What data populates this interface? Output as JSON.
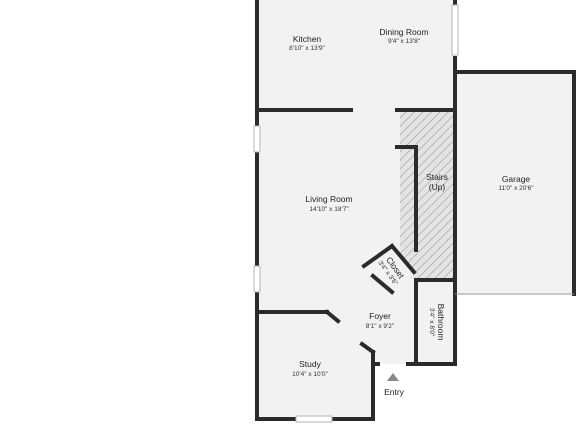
{
  "rooms": {
    "kitchen": {
      "name": "Kitchen",
      "dims": "8'10\" x 13'9\""
    },
    "dining": {
      "name": "Dining Room",
      "dims": "9'4\" x 13'8\""
    },
    "living": {
      "name": "Living Room",
      "dims": "14'10\" x 18'7\""
    },
    "garage": {
      "name": "Garage",
      "dims": "11'0\" x 20'6\""
    },
    "stairs": {
      "name_line1": "Stairs",
      "name_line2": "(Up)"
    },
    "closet": {
      "name": "Closet",
      "dims": "3'4\" x 3'6\""
    },
    "foyer": {
      "name": "Foyer",
      "dims": "8'1\" x 9'2\""
    },
    "bathroom": {
      "name": "Bathroom",
      "dims": "3'4\" x 8'0\""
    },
    "study": {
      "name": "Study",
      "dims": "10'4\" x 10'0\""
    }
  },
  "entry": {
    "label": "Entry"
  },
  "colors": {
    "floor": "#f2f2f2",
    "wall": "#2b2b2b",
    "stairs_hatch": "#8a8a8a"
  }
}
